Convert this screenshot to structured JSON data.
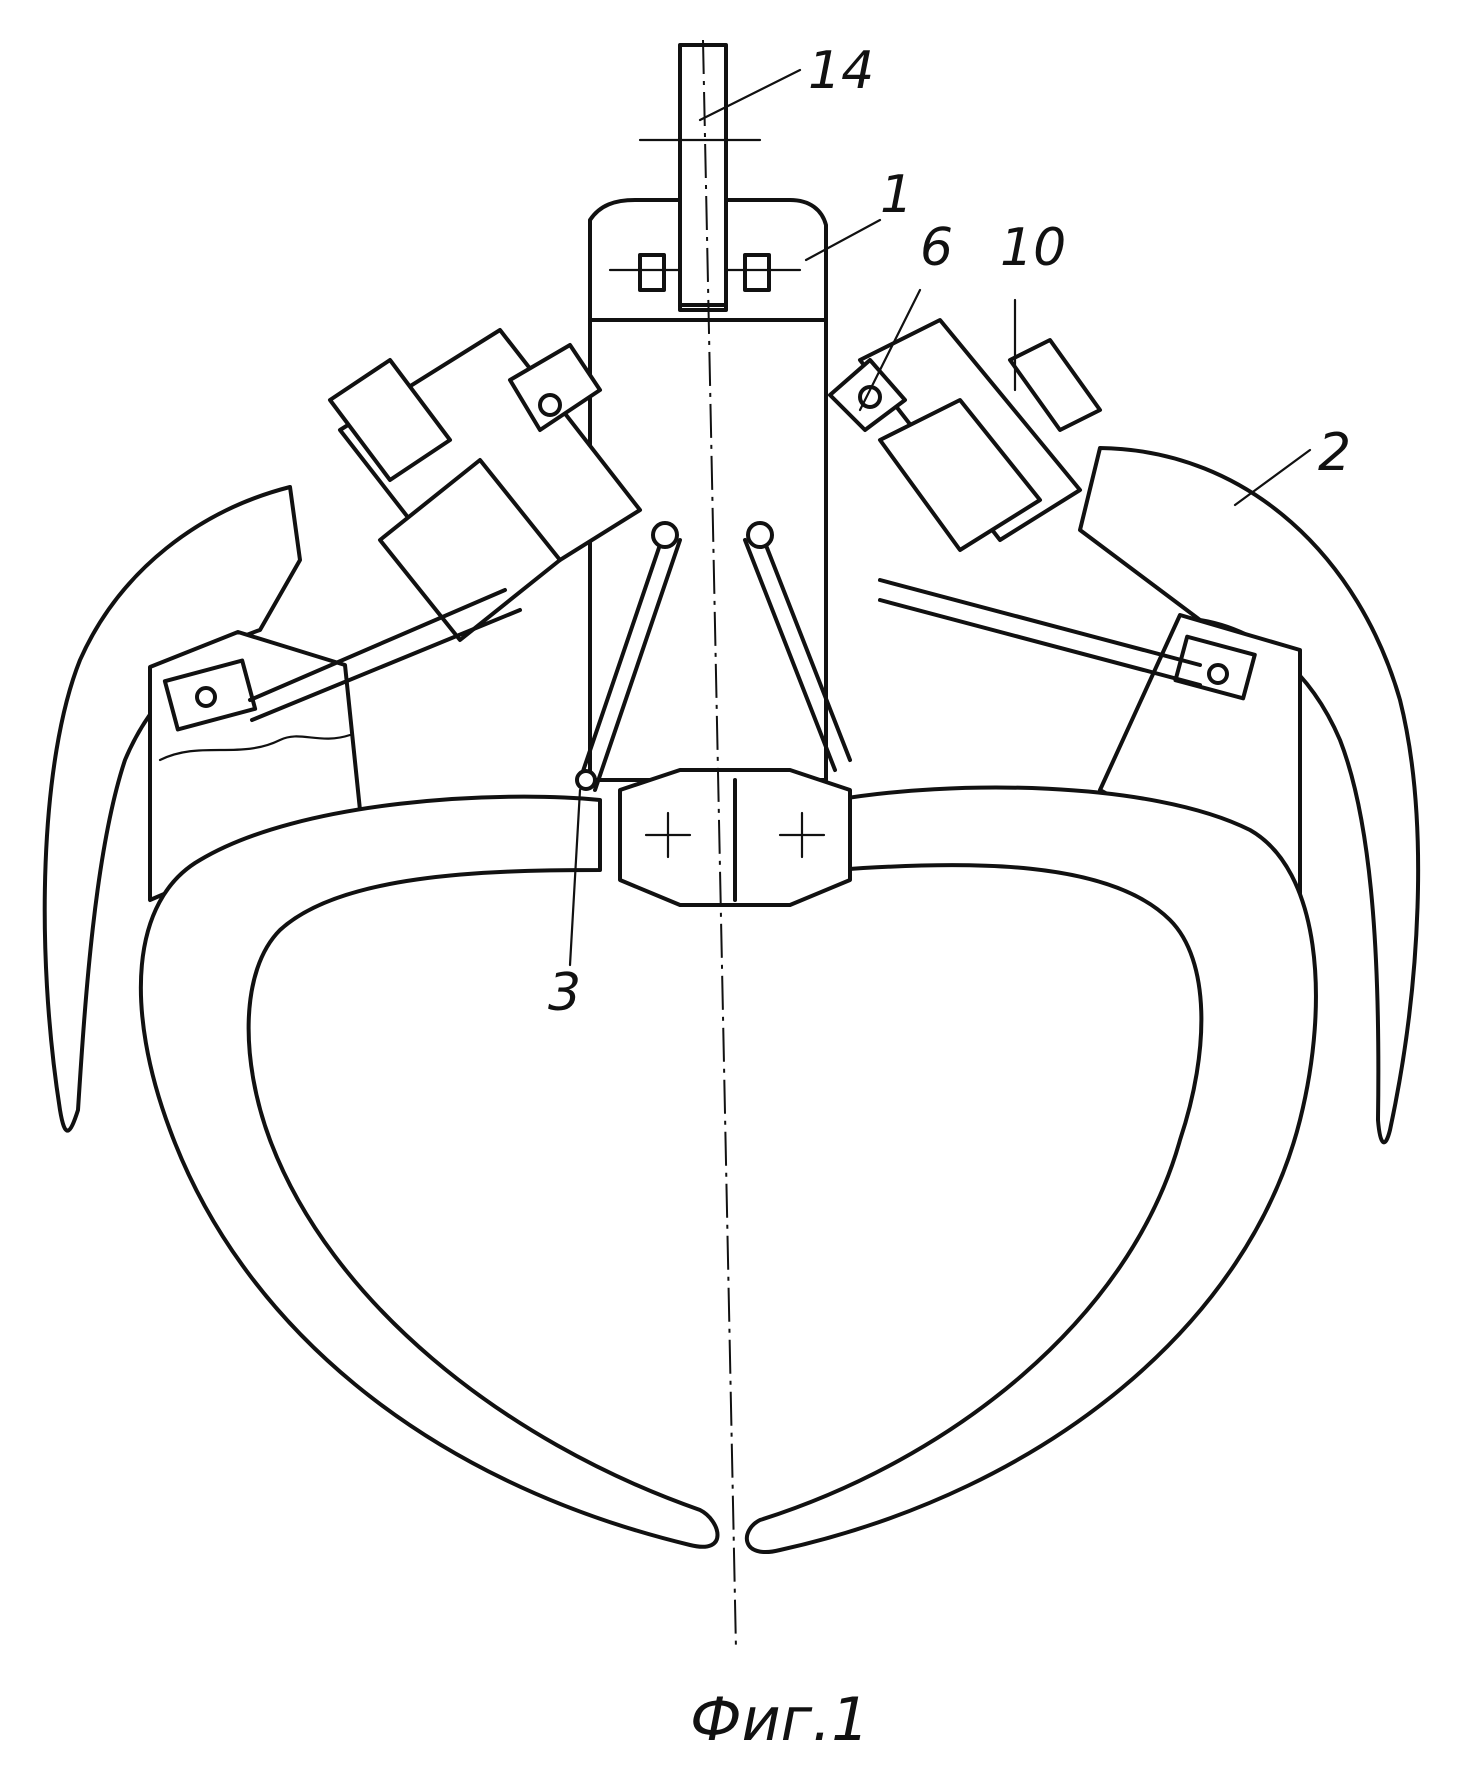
{
  "figure": {
    "caption": "Фиг.1",
    "labels": {
      "l14": "14",
      "l1": "1",
      "l6": "6",
      "l10": "10",
      "l2": "2",
      "l3": "3"
    }
  },
  "colors": {
    "ink": "#111111",
    "paper": "#ffffff"
  }
}
